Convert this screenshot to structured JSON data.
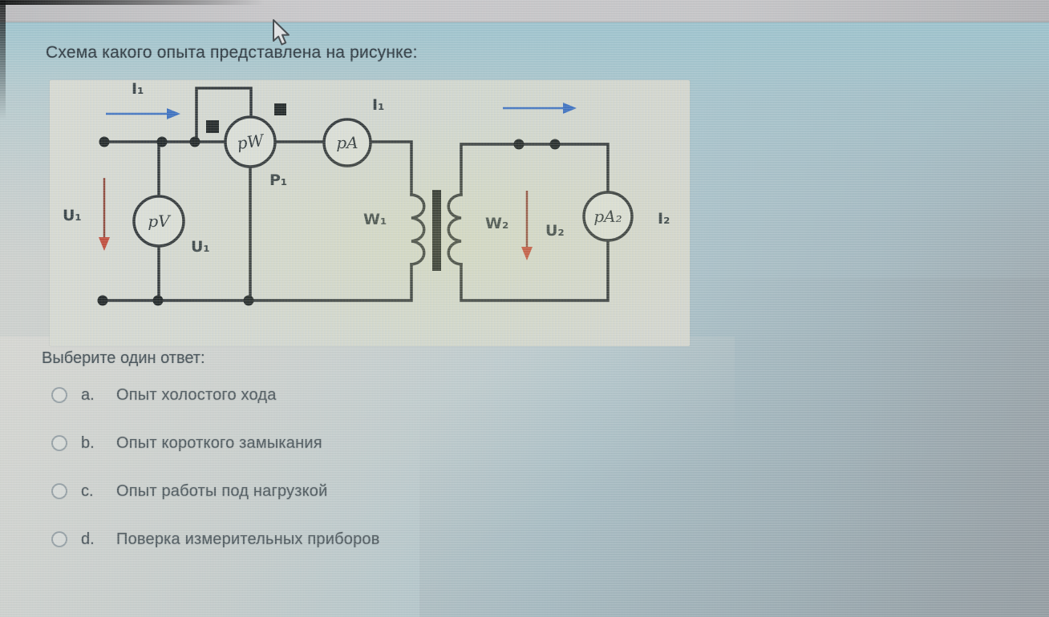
{
  "page": {
    "question_title": "Схема какого опыта представлена на рисунке:",
    "prompt": "Выберите один ответ:",
    "options": [
      {
        "letter": "a.",
        "text": "Опыт холостого хода"
      },
      {
        "letter": "b.",
        "text": "Опыт короткого замыкания"
      },
      {
        "letter": "c.",
        "text": "Опыт работы под нагрузкой"
      },
      {
        "letter": "d.",
        "text": "Поверка измерительных приборов"
      }
    ]
  },
  "diagram": {
    "labels": {
      "i1_source": "I₁",
      "i1_primary": "I₁",
      "u1_source": "U₁",
      "u1_meter": "U₁",
      "p1": "P₁",
      "w1": "W₁",
      "w2": "W₂",
      "u2": "U₂",
      "i2": "I₂",
      "wattmeter": "pW",
      "ammeter1": "pA",
      "voltmeter": "pV",
      "ammeter2": "pA₂"
    },
    "colors": {
      "wire": "#2e3236",
      "current_arrow": "#3a6ec2",
      "voltage_arrow": "#b5483a"
    }
  }
}
